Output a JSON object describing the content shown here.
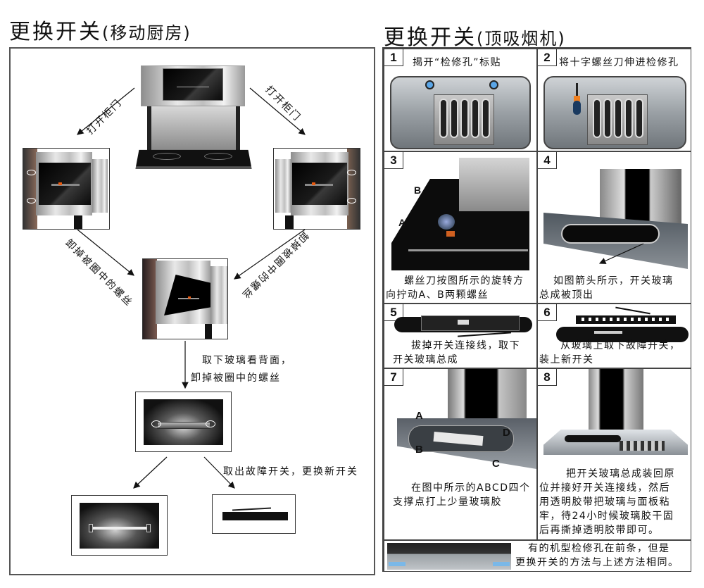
{
  "left": {
    "title_main": "更换开关",
    "title_sub": "(移动厨房)",
    "steps": {
      "open_door_left": "打开柜门",
      "open_door_right": "打开柜门",
      "remove_screws_left": "卸掉被圈中的螺丝",
      "remove_screws_right": "卸掉被圈中的螺丝",
      "remove_glass_line1": "取下玻璃看背面，",
      "remove_glass_line2": "卸掉被圈中的螺丝",
      "replace_switch": "取出故障开关，更换新开关"
    },
    "images": {
      "kitchen_unit": "移动厨房整机",
      "door_open_left": "柜门打开（左）",
      "door_open_right": "柜门打开（右）",
      "glass_panel": "开关玻璃面板",
      "glass_back": "玻璃背面",
      "glass_front_new": "装好开关的玻璃",
      "switch_board": "开关板"
    }
  },
  "right": {
    "title_main": "更换开关",
    "title_sub": "(顶吸烟机)",
    "cells": [
      {
        "num": "1",
        "caption": "揭开“检修孔”标贴"
      },
      {
        "num": "2",
        "caption": "将十字螺丝刀伸进检修孔"
      },
      {
        "num": "3",
        "caption_line1": "螺丝刀按图所示的旋转方",
        "caption_line2": "向拧动A、B两颗螺丝",
        "markers": [
          "A",
          "B"
        ]
      },
      {
        "num": "4",
        "caption_line1": "如图箭头所示，开关玻璃",
        "caption_line2": "总成被顶出"
      },
      {
        "num": "5",
        "caption_line1": "拔掉开关连接线，取下",
        "caption_line2": "开关玻璃总成"
      },
      {
        "num": "6",
        "caption_line1": "从玻璃上取下故障开关，",
        "caption_line2": "装上新开关"
      },
      {
        "num": "7",
        "caption_line1": "在图中所示的ABCD四个",
        "caption_line2": "支撑点打上少量玻璃胶",
        "markers": [
          "A",
          "B",
          "C",
          "D"
        ]
      },
      {
        "num": "8",
        "caption_lines": [
          "把开关玻璃总成装回原",
          "位并接好开关连接线，然后",
          "用透明胶带把玻璃与面板粘",
          "牢，待24小时候玻璃胶干固",
          "后再撕掉透明胶带即可。"
        ]
      }
    ],
    "note": {
      "line1": "有的机型检修孔在前条，但是",
      "line2": "更换开关的方法与上述方法相同。"
    }
  }
}
